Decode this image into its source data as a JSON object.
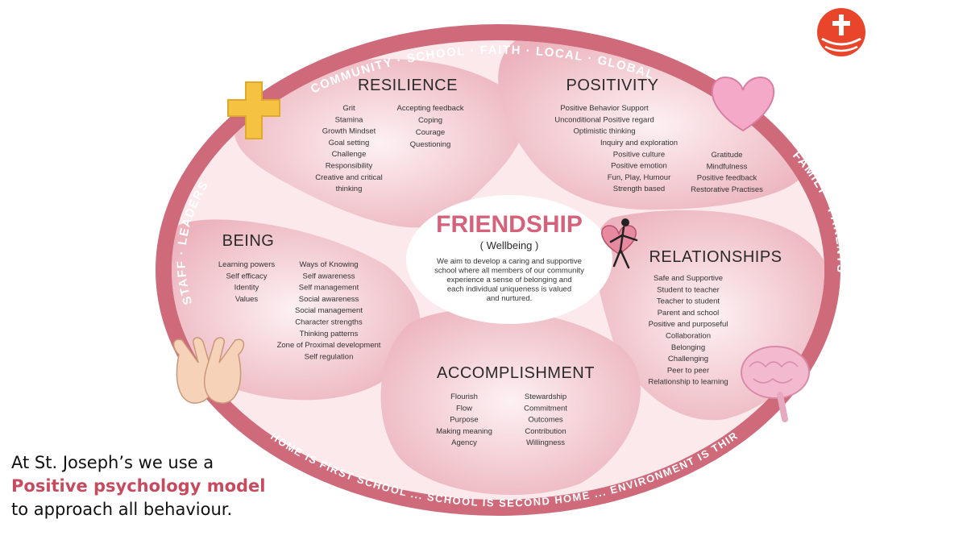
{
  "ring": {
    "top": "COMMUNITY · SCHOOL · FAITH · LOCAL · GLOBAL",
    "left": "STAFF · LEADERS",
    "right": "FAMILY · PARENTS",
    "bottom": "HOME IS FIRST SCHOOL ... SCHOOL IS SECOND HOME ... ENVIRONMENT IS THIRD TEACHER"
  },
  "center": {
    "title": "FRIENDSHIP",
    "subtitle": "( Wellbeing )",
    "description": [
      "We aim to develop a caring and supportive",
      "school where all members of our community",
      "experience a sense of belonging and",
      "each individual uniqueness is valued",
      "and nurtured."
    ]
  },
  "resilience": {
    "heading": "RESILIENCE",
    "col1": [
      "Grit",
      "Stamina",
      "Growth Mindset",
      "Goal setting",
      "Challenge",
      "Responsibility",
      "Creative and critical",
      "thinking"
    ],
    "col2": [
      "Accepting feedback",
      "Coping",
      "Courage",
      "Questioning"
    ]
  },
  "positivity": {
    "heading": "POSITIVITY",
    "col1": [
      "Positive Behavior Support",
      "Unconditional Positive regard",
      "Optimistic thinking",
      "Inquiry and exploration",
      "Positive culture",
      "Positive emotion",
      "Fun, Play, Humour",
      "Strength based"
    ],
    "col2": [
      "Gratitude",
      "Mindfulness",
      "Positive feedback",
      "Restorative Practises"
    ]
  },
  "being": {
    "heading": "BEING",
    "col1": [
      "Learning powers",
      "Self efficacy",
      "Identity",
      "Values"
    ],
    "col2": [
      "Ways of Knowing",
      "Self awareness",
      "Self management",
      "Social awareness",
      "Social management",
      "Character strengths",
      "Thinking patterns",
      "Zone of Proximal development",
      "Self regulation"
    ]
  },
  "relationships": {
    "heading": "RELATIONSHIPS",
    "items": [
      "Safe and Supportive",
      "Student to teacher",
      "Teacher to student",
      "Parent and school",
      "Positive and purposeful",
      "Collaboration",
      "Belonging",
      "Challenging",
      "Peer to peer",
      "Relationship to learning"
    ]
  },
  "accomplishment": {
    "heading": "ACCOMPLISHMENT",
    "col1": [
      "Flourish",
      "Flow",
      "Purpose",
      "Making meaning",
      "Agency"
    ],
    "col2": [
      "Stewardship",
      "Commitment",
      "Outcomes",
      "Contribution",
      "Willingness"
    ]
  },
  "caption": {
    "line1": "At St. Joseph’s we use a",
    "line2": "Positive psychology model",
    "line3": "to approach all behaviour."
  },
  "colors": {
    "ring": "#cf6a7b",
    "petal": "#f2c5cc",
    "petal_light": "#fdf1f3",
    "accent": "#d5627a",
    "cross": "#f5c242",
    "heart": "#f5a9c8",
    "logo": "#e8452b"
  },
  "icons": [
    "cross-icon",
    "heart-icon",
    "hands-icon",
    "brain-icon",
    "heart-figure-icon",
    "school-logo-icon"
  ]
}
